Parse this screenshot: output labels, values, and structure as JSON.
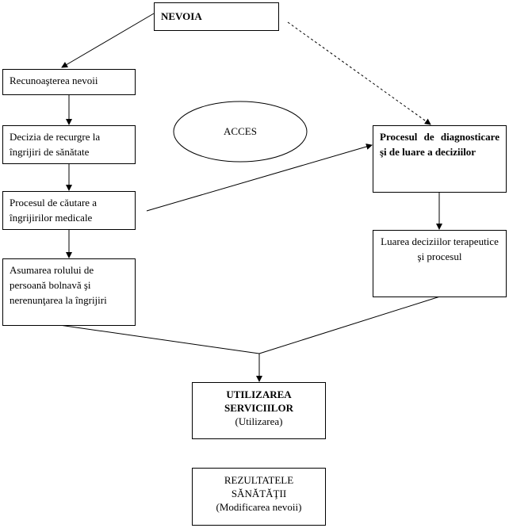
{
  "nodes": {
    "need": "NEVOIA",
    "recognition": "Recunoaşterea nevoii",
    "decision": "Decizia de recurgre la îngrijiri de sănătate",
    "search": "Procesul de căutare a îngrijirilor medicale",
    "sick_role": "Asumarea rolului de persoană bolnavă şi nerenunţarea la îngrijiri",
    "access": "ACCES",
    "diagnosis": "Procesul de diagnosticare şi de luare a deciziilor",
    "therapy": "Luarea deciziilor terapeutice şi procesul",
    "use_title": "UTILIZAREA SERVICIILOR",
    "use_sub": "(Utilizarea)",
    "outcome_title": "REZULTATELE SĂNĂTĂŢII",
    "outcome_sub": "(Modificarea nevoii)"
  }
}
